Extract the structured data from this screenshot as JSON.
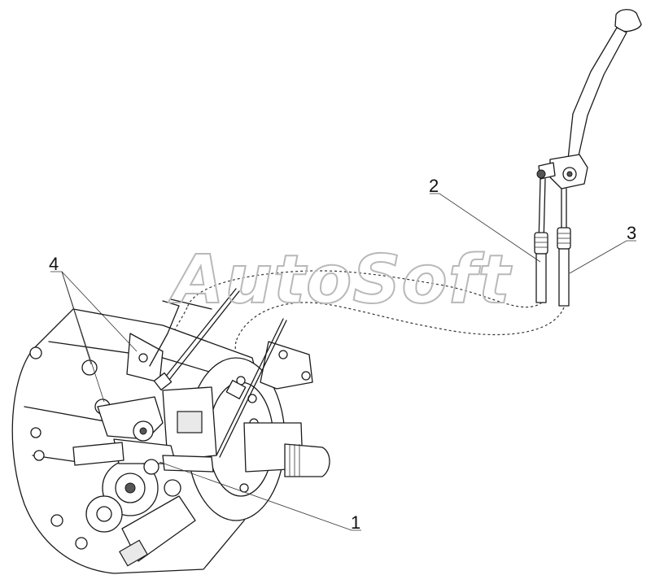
{
  "watermark": {
    "text": "AutoSoft"
  },
  "callouts": [
    {
      "id": "1",
      "label": "1"
    },
    {
      "id": "2",
      "label": "2"
    },
    {
      "id": "3",
      "label": "3"
    },
    {
      "id": "4",
      "label": "4"
    }
  ]
}
